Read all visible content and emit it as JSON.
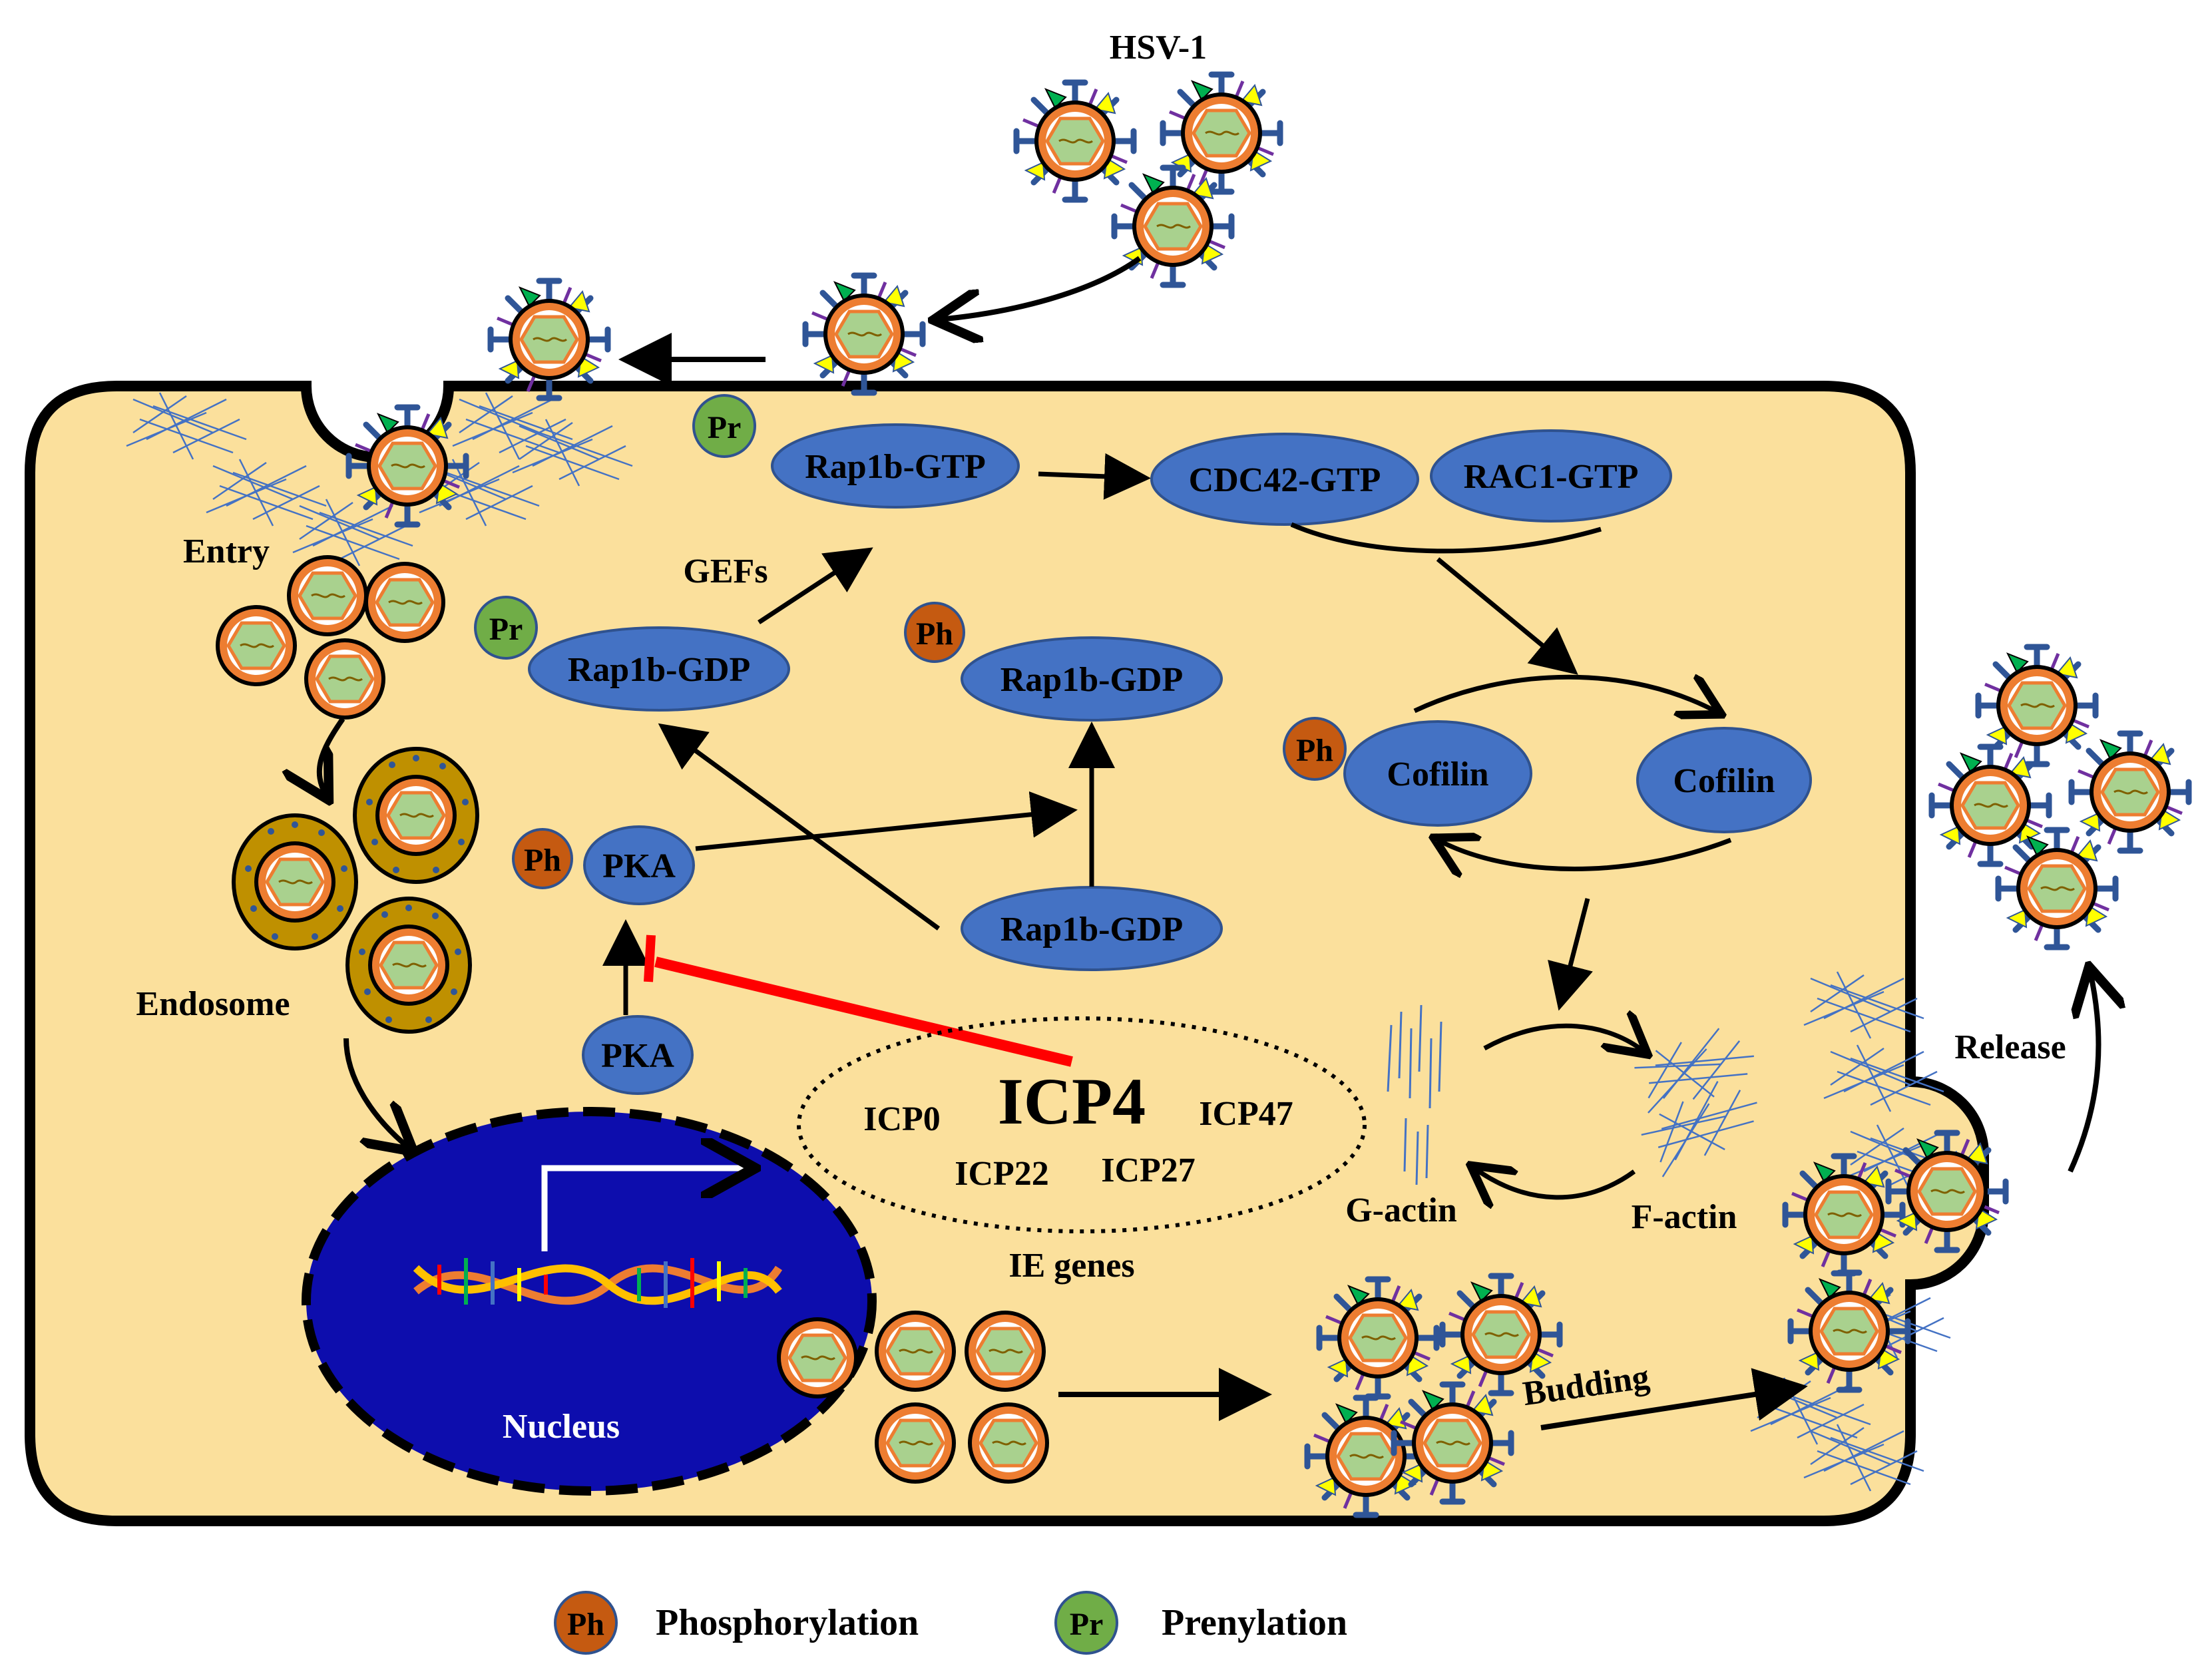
{
  "virus_title": "HSV-1",
  "process_labels": {
    "entry": "Entry",
    "endosome": "Endosome",
    "nucleus": "Nucleus",
    "ie_genes": "IE genes",
    "budding": "Budding",
    "release": "Release",
    "gefs": "GEFs",
    "g_actin": "G-actin",
    "f_actin": "F-actin"
  },
  "proteins": {
    "rap1b_gtp": "Rap1b-GTP",
    "cdc42_gtp": "CDC42-GTP",
    "rac1_gtp": "RAC1-GTP",
    "rap1b_gdp_prenylated": "Rap1b-GDP",
    "rap1b_gdp_phosphorylated": "Rap1b-GDP",
    "rap1b_gdp_free": "Rap1b-GDP",
    "cofilin_phosphorylated": "Cofilin",
    "cofilin_active": "Cofilin",
    "pka_phosphorylated": "PKA",
    "pka_inactive": "PKA"
  },
  "modification_badges": {
    "ph": "Ph",
    "pr": "Pr"
  },
  "ie_proteins": {
    "icp0": "ICP0",
    "icp4": "ICP4",
    "icp47": "ICP47",
    "icp22": "ICP22",
    "icp27": "ICP27"
  },
  "legend": {
    "ph_badge": "Ph",
    "ph_label": "Phosphorylation",
    "pr_badge": "Pr",
    "pr_label": "Prenylation"
  },
  "colors": {
    "cytoplasm": "#fbe09c",
    "protein_fill": "#4472c4",
    "protein_stroke": "#2f528f",
    "phosphorylation": "#c55a11",
    "prenylation": "#70ad47",
    "nucleus": "#0d0dad",
    "inhibition": "#ff0000",
    "capsid_shell": "#ed7d31",
    "capsid_core": "#a9d18e",
    "endosome": "#bf9000",
    "actin": "#4472c4"
  },
  "icons": {
    "virion": "hsv1-virion-icon",
    "capsid": "capsid-icon",
    "dna": "dna-double-helix-icon",
    "transcription_arrow": "transcription-start-arrow-icon",
    "g_actin": "g-actin-filament-icon",
    "f_actin": "f-actin-network-icon"
  }
}
